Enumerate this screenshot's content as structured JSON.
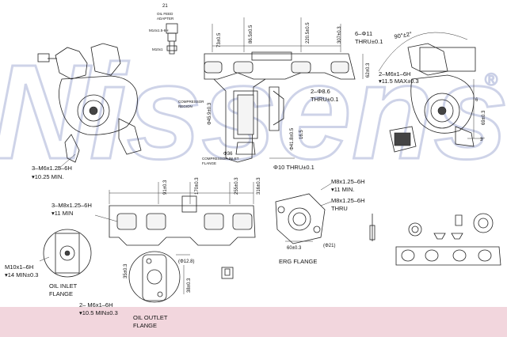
{
  "watermark": {
    "text": "Nissens",
    "mark": "®"
  },
  "footer": {
    "color": "#f2d6dd"
  },
  "labels": {
    "oil_feed_adapter_num": "21",
    "oil_feed_adapter": "OIL FEED",
    "oil_feed_adapter2": "ADAPTER",
    "m14": "M14x1.5-6H",
    "m10": "M10x1",
    "dim_73": "73±0.5",
    "dim_86": "86.5±0.5",
    "dim_220": "220.5±0.5",
    "dim_307": "307±0.3",
    "hole_6": "6–Φ11",
    "hole_6_thru": "THRU±0.1",
    "dim_62": "62±0.3",
    "hole_2_86": "2–Φ8.6",
    "hole_2_86_thru": "THRU±0.1",
    "dim_459": "Φ45.9±0.3",
    "dim_36": "Φ36",
    "comp_region": "COMPRESSOR",
    "comp_region2": "REGION",
    "comp_inlet": "COMPRESSOR INLET",
    "comp_inlet2": "FLANGE",
    "thru_10": "Φ10 THRU±0.1",
    "dim_418": "Φ41.8±0.5",
    "dim_165": "16.5",
    "angle_90": "90°±2°",
    "m6_2": "2–M6x1–6H",
    "m6_2_depth": "▾11.5 MAX±0.3",
    "dim_6": "6",
    "dim_69": "69±0.3",
    "dim_3": "3°",
    "m6_3": "3–M6x1.25–6H",
    "m6_3_depth": "▾10.25 MIN.",
    "m8_3": "3–M8x1.25–6H",
    "m8_3_depth": "▾11 MIN",
    "dim_91": "91±0.3",
    "dim_170": "170±0.3",
    "dim_255": "255±0.3",
    "dim_316": "316±0.3",
    "m8_egr1": "M8x1.25–6H",
    "m8_egr1_depth": "▾11 MIN.",
    "m8_egr2": "M8x1.25–6H",
    "m8_egr2_thru": "THRU",
    "dim_60": "60±0.3",
    "dim_21": "(Φ21)",
    "egr_flange": "ERG FLANGE",
    "dim_128": "(Φ12.8)",
    "dim_355": "35±0.3",
    "dim_385": "38±0.3",
    "m10_oil": "M10x1–6H",
    "m10_oil_depth": "▾14 MIN±0.3",
    "oil_inlet": "OIL INLET",
    "oil_inlet2": "FLANGE",
    "m6_oil_out": "2– M6x1–6H",
    "m6_oil_out_depth": "▾10.5 MIN±0.3",
    "oil_outlet": "OIL OUTLET",
    "oil_outlet2": "FLANGE"
  }
}
